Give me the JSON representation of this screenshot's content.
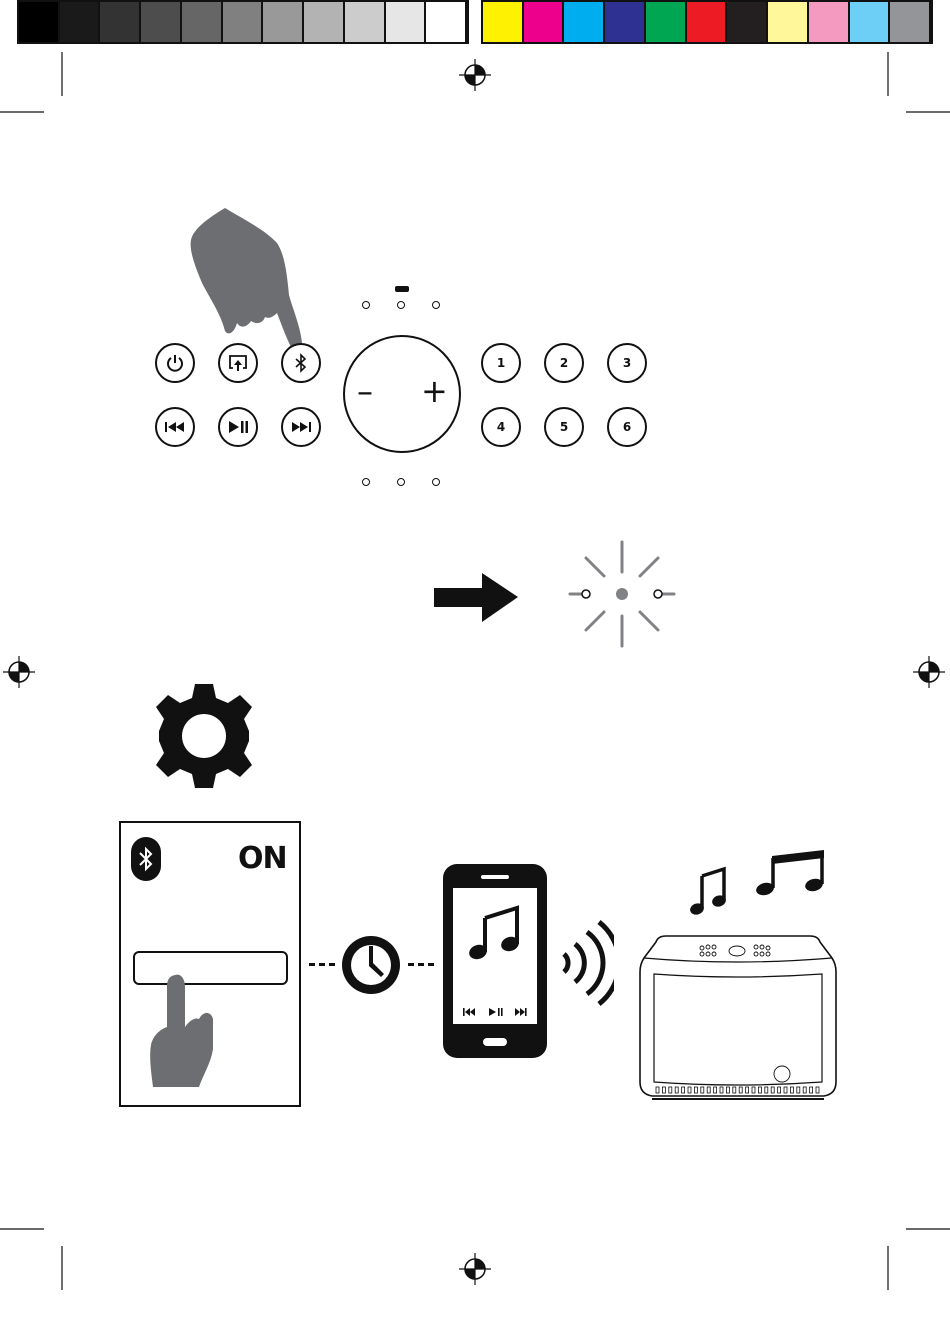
{
  "colors": {
    "gray_bar": [
      "#000000",
      "#1a1a1a",
      "#333333",
      "#4d4d4d",
      "#666666",
      "#808080",
      "#999999",
      "#b3b3b3",
      "#cccccc",
      "#e6e6e6",
      "#ffffff"
    ],
    "color_bar": [
      "#fff200",
      "#ec008c",
      "#00aeef",
      "#2e3192",
      "#00a651",
      "#ed1c24",
      "#231f20",
      "#fff799",
      "#f49ac1",
      "#6dcff6",
      "#939598"
    ],
    "ink": "#111111",
    "hand": "#6d6e71",
    "flash": "#808285"
  },
  "control_panel": {
    "left_buttons": [
      {
        "name": "power-icon"
      },
      {
        "name": "airplay-icon"
      },
      {
        "name": "bluetooth-icon"
      },
      {
        "name": "previous-track-icon"
      },
      {
        "name": "play-pause-icon"
      },
      {
        "name": "next-track-icon"
      }
    ],
    "volume_minus": "–",
    "volume_plus": "+",
    "presets": [
      "1",
      "2",
      "3",
      "4",
      "5",
      "6"
    ]
  },
  "phone_settings": {
    "bluetooth_state": "ON"
  }
}
